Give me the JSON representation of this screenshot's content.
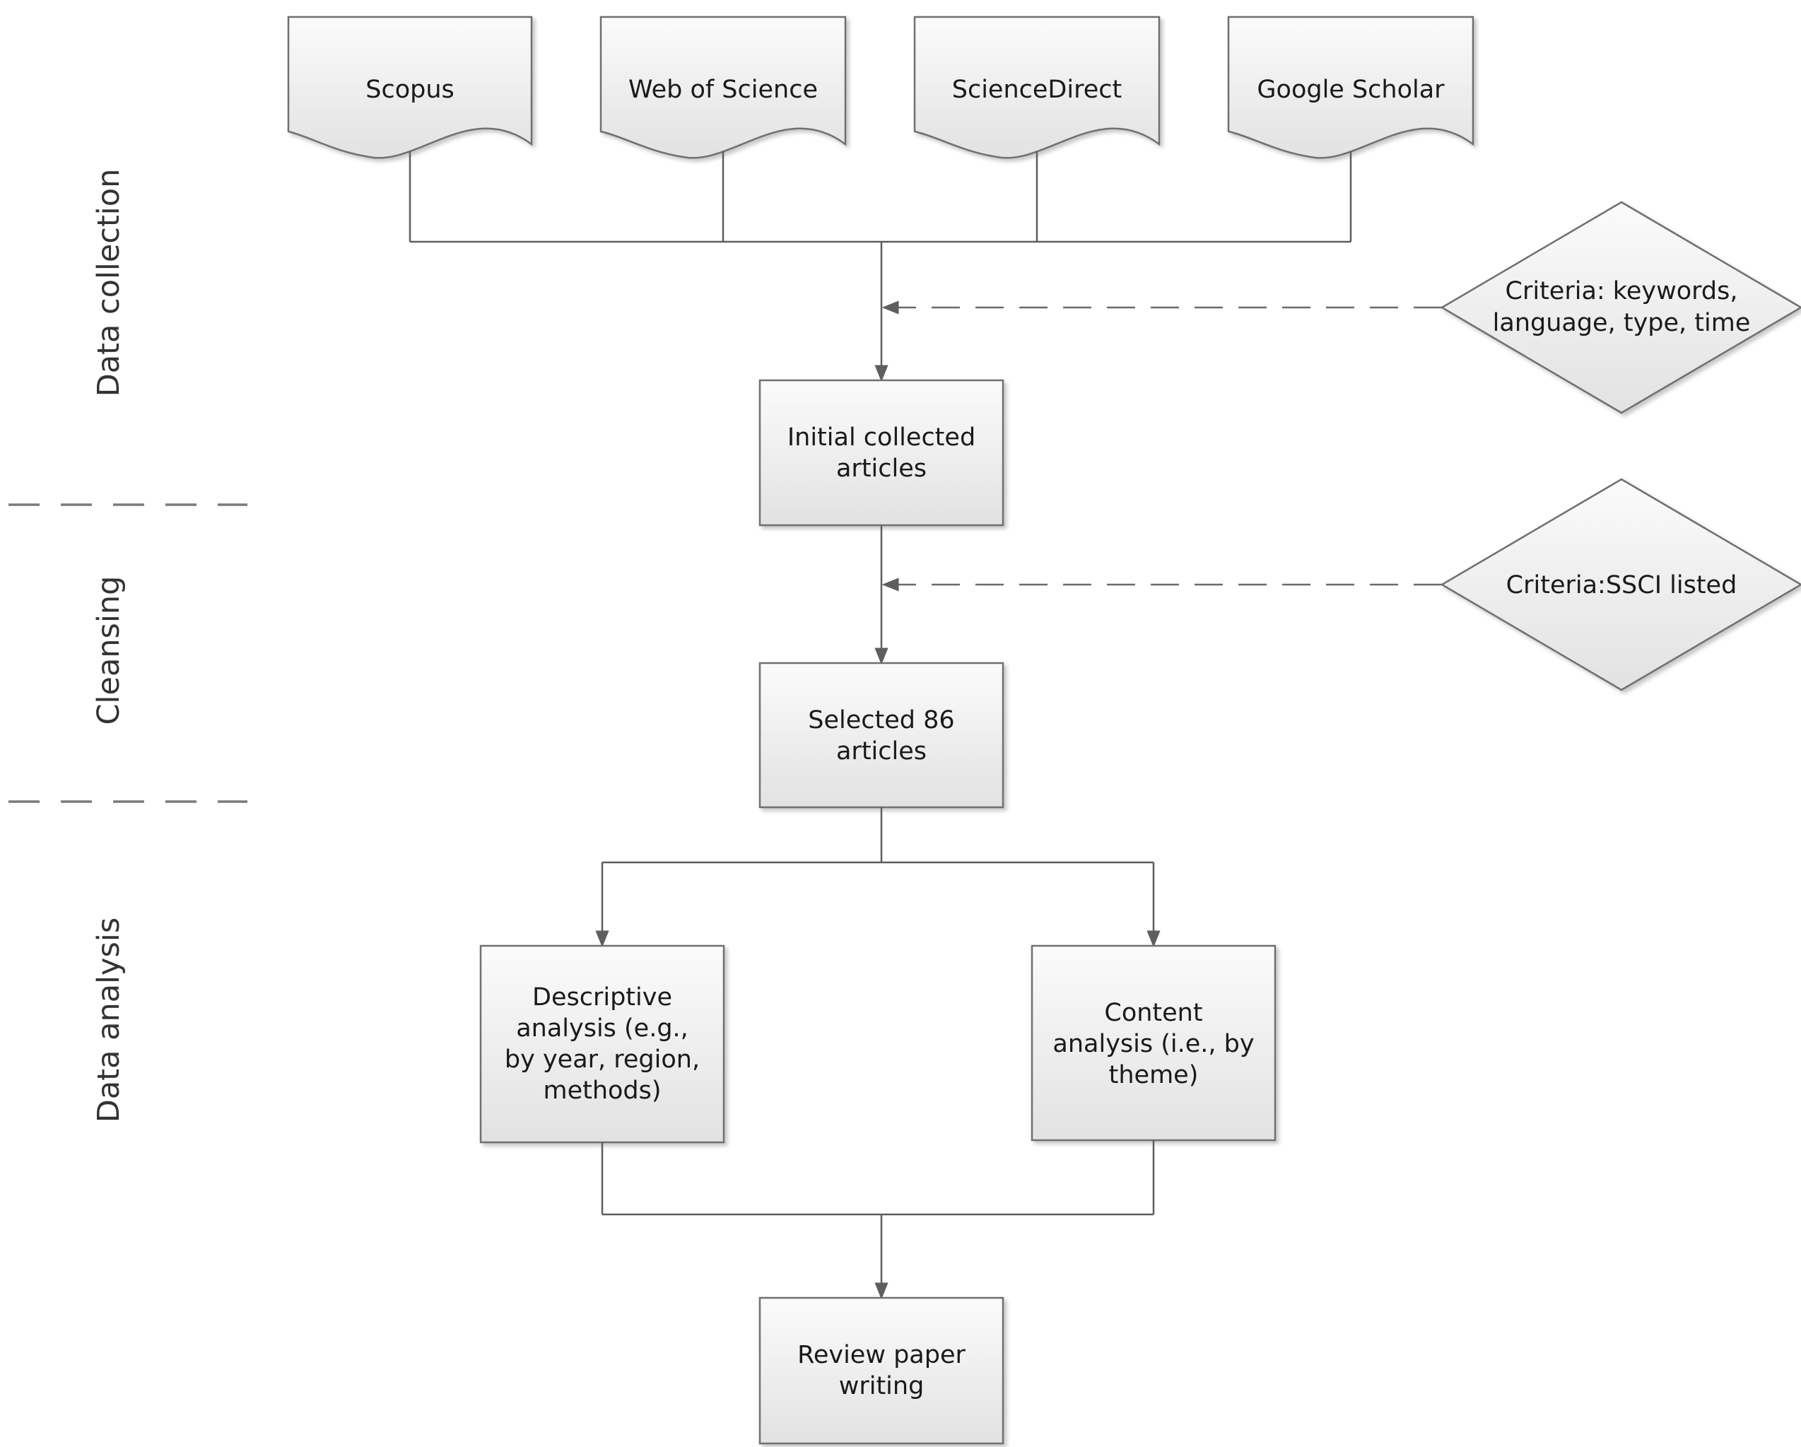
{
  "phases": {
    "data_collection": "Data collection",
    "cleansing": "Cleansing",
    "data_analysis": "Data analysis"
  },
  "sources": {
    "scopus": "Scopus",
    "web_of_science": "Web of Science",
    "sciencedirect": "ScienceDirect",
    "google_scholar": "Google Scholar"
  },
  "criteria": {
    "collection": [
      "Criteria: keywords,",
      "language, type, time"
    ],
    "cleansing": [
      "Criteria:SSCI listed"
    ]
  },
  "steps": {
    "initial": [
      "Initial collected",
      "articles"
    ],
    "selected": [
      "Selected 86",
      "articles"
    ],
    "descriptive": [
      "Descriptive",
      "analysis (e.g.,",
      "by year, region,",
      "methods)"
    ],
    "content": [
      "Content",
      "analysis (i.e., by",
      "theme)"
    ],
    "review": [
      "Review paper",
      "writing"
    ]
  },
  "colors": {
    "box_fill_top": "#fbfbfb",
    "box_fill_bottom": "#e3e3e3",
    "stroke": "#5e5e5e"
  }
}
